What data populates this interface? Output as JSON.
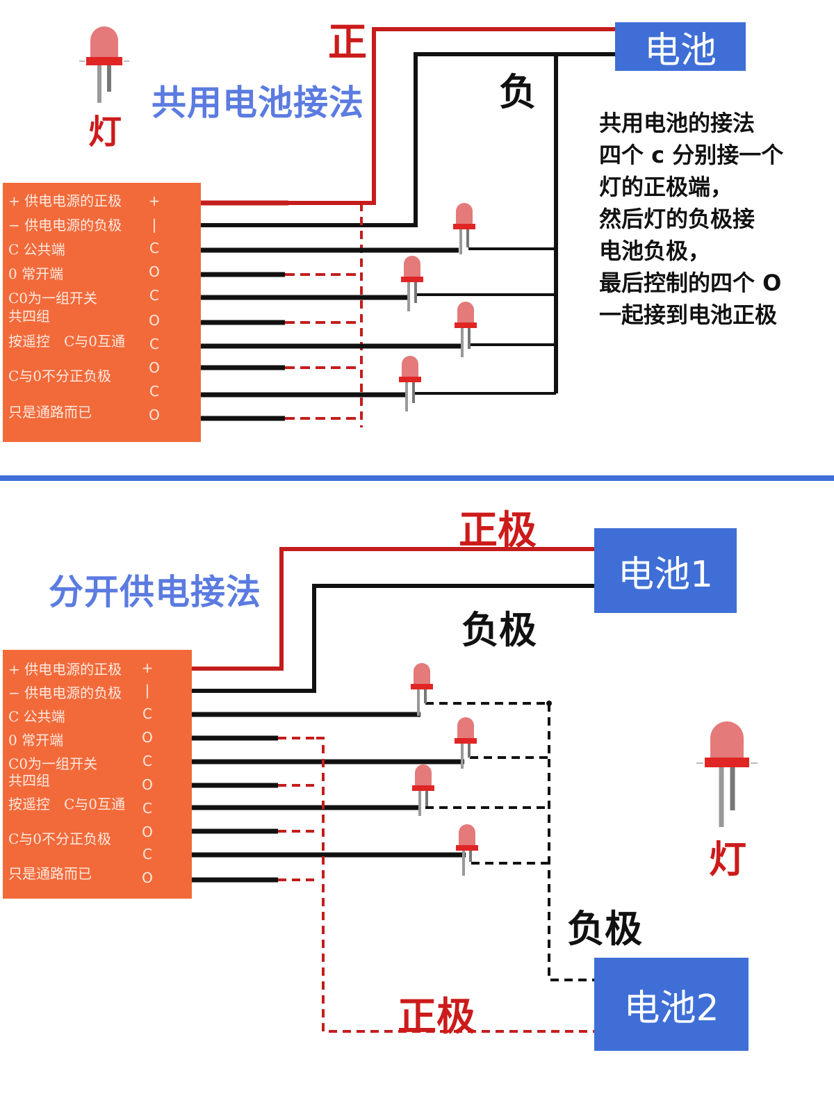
{
  "top": {
    "title": "共用电池接法",
    "positive_label": "正",
    "negative_label": "负",
    "battery_label": "电池",
    "lamp_caption": "灯",
    "note_lines": [
      "共用电池的接法",
      "四个 c 分别接一个",
      "灯的正极端，",
      "然后灯的负极接",
      "电池负极，",
      "最后控制的四个 O",
      "一起接到电池正极"
    ]
  },
  "bottom": {
    "title": "分开供电接法",
    "positive_label_1": "正极",
    "negative_label_1": "负极",
    "battery1_label": "电池1",
    "negative_label_2": "负极",
    "positive_label_2": "正极",
    "battery2_label": "电池2",
    "lamp_caption": "灯"
  },
  "board": {
    "labels": [
      "+ 供电电源的正极",
      "− 供电电源的负极",
      "C 公共端",
      "0 常开端",
      "C0为一组开关",
      "共四组",
      "按遥控　C与0互通",
      "C与0不分正负极",
      "只是通路而已"
    ],
    "pins": [
      "+",
      "|",
      "C",
      "O",
      "C",
      "O",
      "C",
      "O",
      "C",
      "O"
    ]
  },
  "colors": {
    "accent_blue": "#3f6fd6",
    "title_blue": "#5b7be0",
    "positive_red": "#cc1b1b",
    "board_orange": "#f26a3a",
    "negative_black": "#111111"
  }
}
